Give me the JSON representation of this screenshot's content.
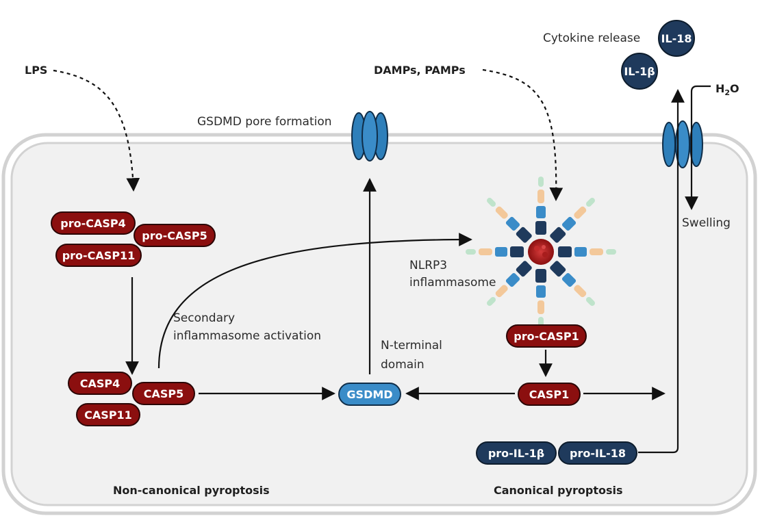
{
  "labels": {
    "lps": "LPS",
    "damps": "DAMPs, PAMPs",
    "pore_formation": "GSDMD pore formation",
    "cytokine_release": "Cytokine release",
    "h2o_main": "H",
    "h2o_sub": "2",
    "h2o_end": "O",
    "swelling": "Swelling",
    "nlrp3_line1": "NLRP3",
    "nlrp3_line2": "inflammasome",
    "secondary_line1": "Secondary",
    "secondary_line2": "inflammasome activation",
    "nterm_line1": "N-terminal",
    "nterm_line2": "domain",
    "noncanonical": "Non-canonical pyroptosis",
    "canonical": "Canonical pyroptosis"
  },
  "pills": {
    "pro_casp4": "pro-CASP4",
    "pro_casp5": "pro-CASP5",
    "pro_casp11": "pro-CASP11",
    "casp4": "CASP4",
    "casp5": "CASP5",
    "casp11": "CASP11",
    "gsdmd": "GSDMD",
    "pro_casp1": "pro-CASP1",
    "casp1": "CASP1",
    "pro_il1b": "pro-IL-1β",
    "pro_il18": "pro-IL-18"
  },
  "cytokines": {
    "il18": "IL-18",
    "il1b": "IL-1β"
  },
  "colors": {
    "caspase": "#8b0f0f",
    "gsdmd": "#3a8cc8",
    "cytokine": "#1f3a5c",
    "pore": "#2e7fba",
    "cell_fill": "#f1f1f1",
    "cell_border": "#cfcfcf"
  }
}
